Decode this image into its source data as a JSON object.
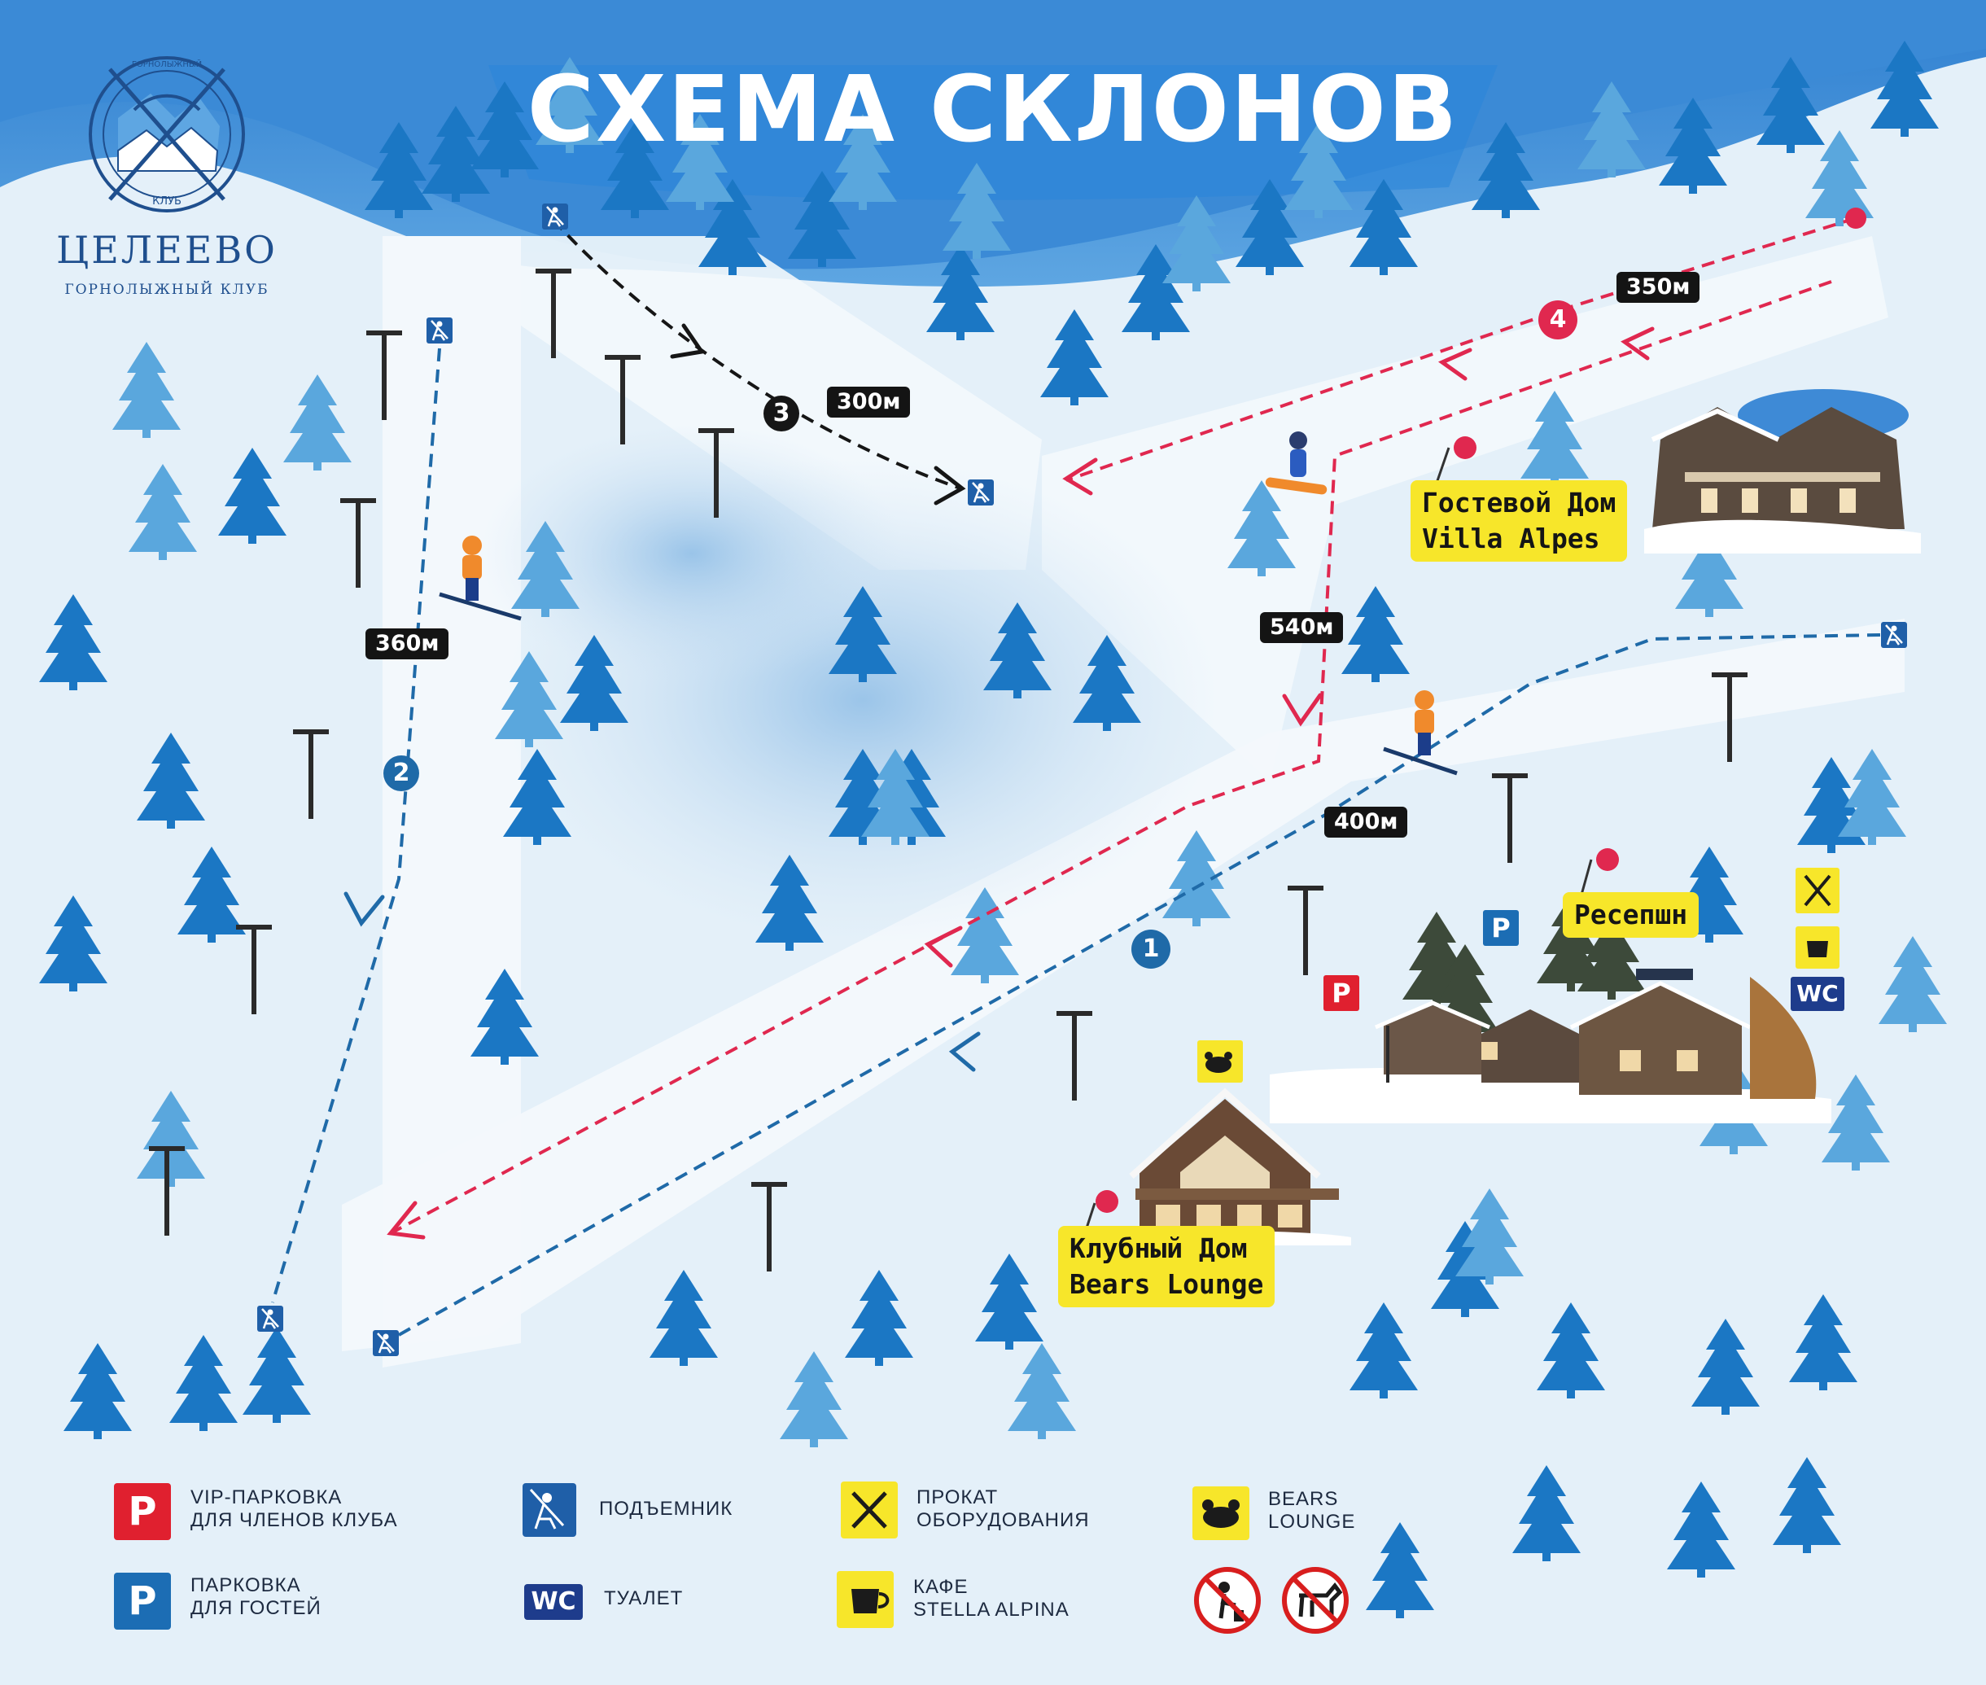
{
  "title": "СХЕМА СКЛОНОВ",
  "logo": {
    "name": "ЦЕЛЕЕВО",
    "subtitle": "ГОРНОЛЫЖНЫЙ КЛУБ",
    "ring_top": "ГОРНОЛЫЖНЫЙ",
    "ring_bottom": "КЛУБ"
  },
  "colors": {
    "slope_red": "#e0284f",
    "slope_blue": "#1f6aa8",
    "slope_black": "#161616",
    "tree_dark": "#1b77c4",
    "tree_light": "#5aa7dd",
    "label_yellow": "#f7e62a",
    "vip_parking_red": "#e0202f",
    "guest_parking_blue": "#1c6db4",
    "wc_navy": "#1e3c8c"
  },
  "slopes": [
    {
      "number": "1",
      "length": "400м",
      "color": "blue"
    },
    {
      "number": "2",
      "length": "360м",
      "color": "blue"
    },
    {
      "number": "3",
      "length": "300м",
      "color": "black"
    },
    {
      "number": "4",
      "length": "350м",
      "color": "red"
    }
  ],
  "extra_segment_length": "540м",
  "places": {
    "guest_house": [
      "Гостевой Дом",
      "Villa Alpes"
    ],
    "reception": "Ресепшн",
    "club_house": [
      "Клубный Дом",
      "Bears Lounge"
    ]
  },
  "map_icons": {
    "parking_letter": "P",
    "wc_text": "WC",
    "lift_icon": "ski-lift-icon",
    "rental_icon": "ski-rental-icon",
    "cafe_icon": "coffee-cup-icon",
    "bear_icon": "bear-icon"
  },
  "legend": {
    "vip_parking": [
      "VIP-ПАРКОВКА",
      "ДЛЯ ЧЛЕНОВ КЛУБА"
    ],
    "guest_parking": [
      "ПАРКОВКА",
      "ДЛЯ ГОСТЕЙ"
    ],
    "lift": [
      "ПОДЪЕМНИК"
    ],
    "wc": [
      "ТУАЛЕТ"
    ],
    "rental": [
      "ПРОКАТ",
      "ОБОРУДОВАНИЯ"
    ],
    "cafe": [
      "КАФЕ",
      "STELLA ALPINA"
    ],
    "bears": [
      "BEARS",
      "LOUNGE"
    ],
    "prohibited": [
      "no-littering-icon",
      "no-dogs-icon"
    ]
  }
}
